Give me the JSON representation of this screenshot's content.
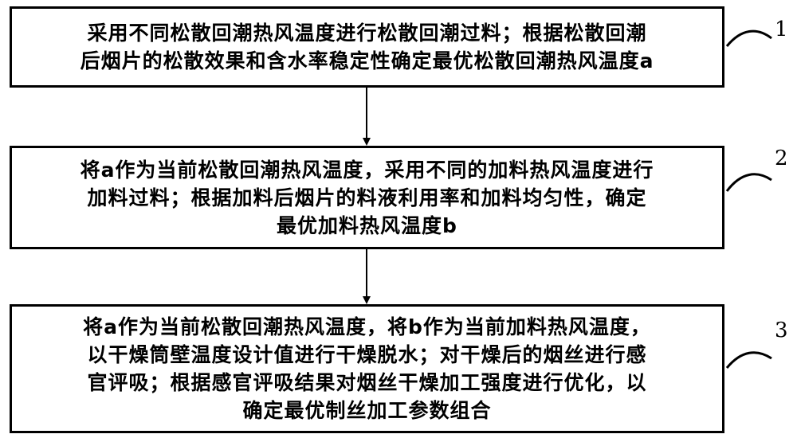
{
  "steps": [
    {
      "number": "1",
      "lines": [
        "采用不同松散回潮热风温度进行松散回潮过料；根据松散回潮",
        "后烟片的松散效果和含水率稳定性确定最优松散回潮热风温度a"
      ]
    },
    {
      "number": "2",
      "lines": [
        "将a作为当前松散回潮热风温度，采用不同的加料热风温度进行",
        "加料过料；根据加料后烟片的料液利用率和加料均匀性，确定",
        "最优加料热风温度b"
      ]
    },
    {
      "number": "3",
      "lines": [
        "将a作为当前松散回潮热风温度，将b作为当前加料热风温度，",
        "以干燥筒壁温度设计值进行干燥脱水；对干燥后的烟丝进行感",
        "官评吸；根据感官评吸结果对烟丝干燥加工强度进行优化，以",
        "确定最优制丝加工参数组合"
      ]
    }
  ]
}
